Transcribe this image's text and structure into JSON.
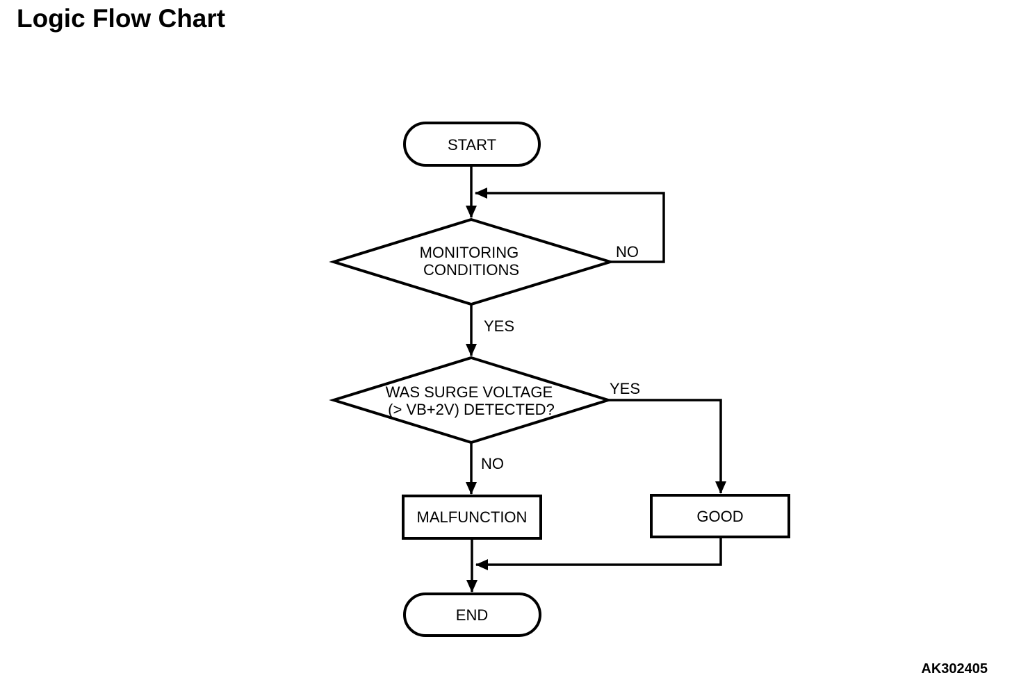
{
  "title": "Logic Flow Chart",
  "figure_code": "AK302405",
  "flowchart": {
    "nodes": {
      "start": {
        "label": "START",
        "type": "terminator"
      },
      "monitoring": {
        "line1": "MONITORING",
        "line2": "CONDITIONS",
        "type": "decision"
      },
      "surge": {
        "line1": "WAS SURGE VOLTAGE",
        "line2": "(> VB+2V) DETECTED?",
        "type": "decision"
      },
      "malfunction": {
        "label": "MALFUNCTION",
        "type": "process"
      },
      "good": {
        "label": "GOOD",
        "type": "process"
      },
      "end": {
        "label": "END",
        "type": "terminator"
      }
    },
    "edge_labels": {
      "monitoring_no": "NO",
      "monitoring_yes": "YES",
      "surge_yes": "YES",
      "surge_no": "NO"
    },
    "colors": {
      "line": "#000000",
      "fill": "#ffffff",
      "background": "#ffffff"
    }
  }
}
